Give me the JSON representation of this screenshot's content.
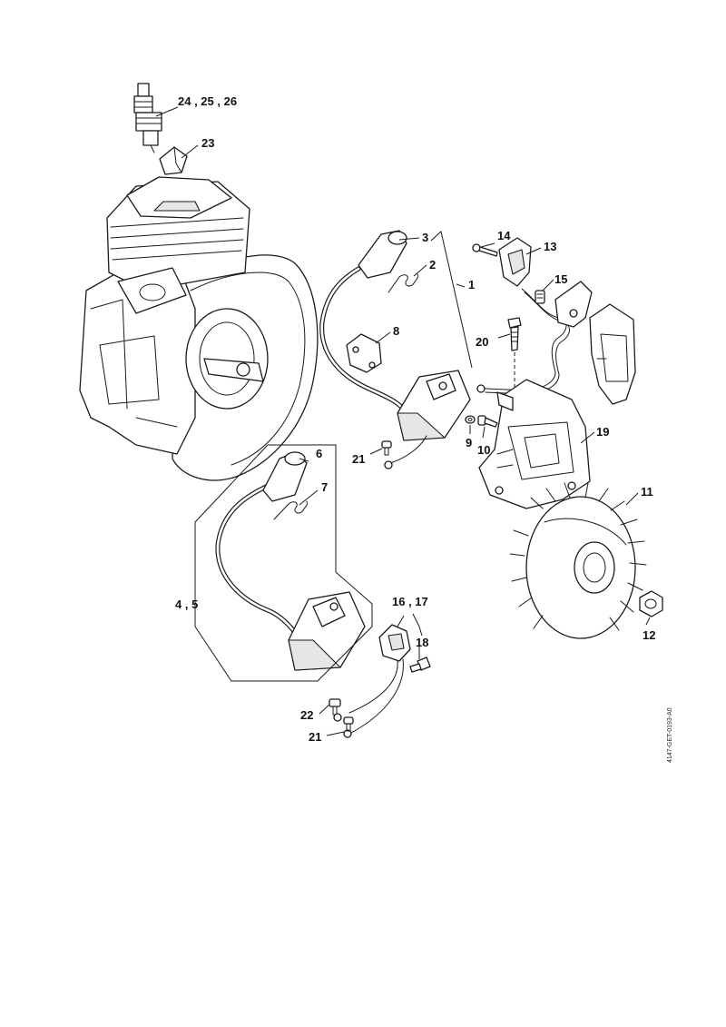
{
  "doc_id": "4147-GET-0193-A0",
  "callouts": {
    "c1": "1",
    "c2": "2",
    "c3": "3",
    "c45": "4 , 5",
    "c6": "6",
    "c7": "7",
    "c8": "8",
    "c9": "9",
    "c10": "10",
    "c11": "11",
    "c12": "12",
    "c13": "13",
    "c14": "14",
    "c15": "15",
    "c1617": "16 , 17",
    "c18": "18",
    "c19": "19",
    "c20": "20",
    "c21a": "21",
    "c21b": "21",
    "c22": "22",
    "c23": "23",
    "c242526": "24 , 25 , 26"
  },
  "colors": {
    "line": "#1a1a1a",
    "background": "#ffffff",
    "shade": "#e6e6e6"
  }
}
